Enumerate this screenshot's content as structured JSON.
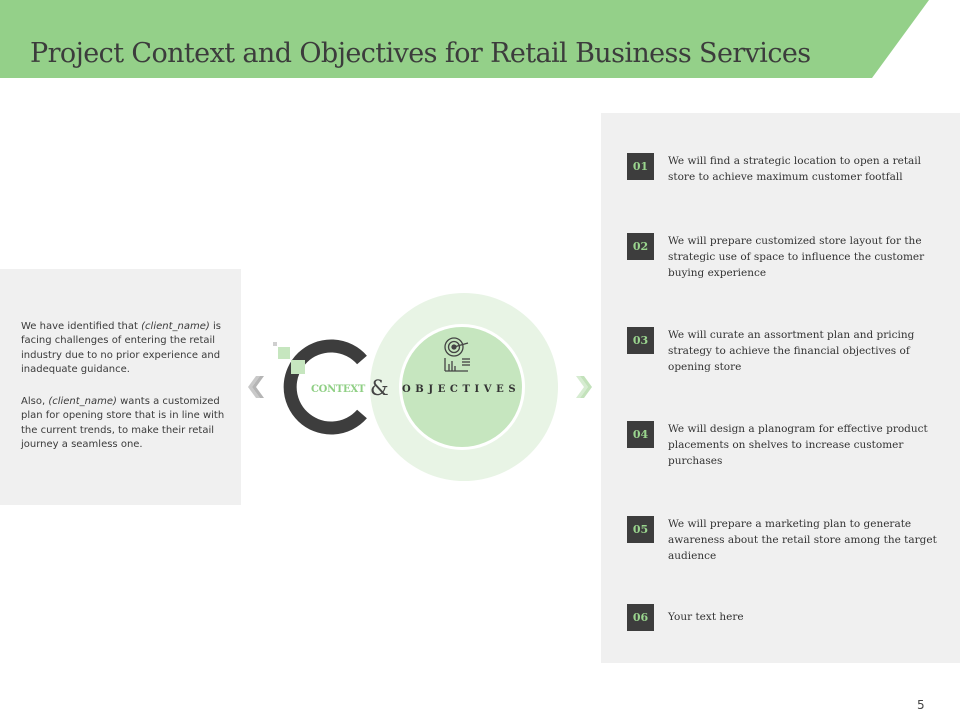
{
  "slide": {
    "title": "Project Context and Objectives for Retail Business Services",
    "page_number": "5",
    "colors": {
      "accent_green": "#94d089",
      "light_green": "#e8f4e5",
      "mid_green": "#c6e6bf",
      "dark_gray": "#3d3d3d",
      "panel_bg": "#f0f0f0"
    }
  },
  "context": {
    "paragraph1": {
      "before": "We have identified that ",
      "client": "(client_name)",
      "after": " is facing challenges of entering the retail industry due to no prior experience and inadequate guidance."
    },
    "paragraph2": {
      "before": "Also, ",
      "client": "(client_name)",
      "after": " wants a customized plan for opening store that is in line with the current trends, to make their retail journey a seamless one."
    }
  },
  "graphic": {
    "context_label": "CONTEXT",
    "ampersand": "&",
    "objectives_label": "OBJECTIVES",
    "icon": "target-chart-icon"
  },
  "objectives": [
    {
      "number": "01",
      "text": "We will find a strategic location to open a retail store to achieve maximum customer footfall"
    },
    {
      "number": "02",
      "text": "We will prepare customized store layout for the strategic use of space to influence the customer buying experience"
    },
    {
      "number": "03",
      "text": "We will curate an assortment plan and pricing strategy to achieve the financial objectives of opening store"
    },
    {
      "number": "04",
      "text": "We will design a planogram for effective product placements on shelves to increase customer purchases"
    },
    {
      "number": "05",
      "text": "We will prepare a marketing plan to generate awareness about the retail store among the target audience"
    },
    {
      "number": "06",
      "text": "Your text here"
    }
  ]
}
